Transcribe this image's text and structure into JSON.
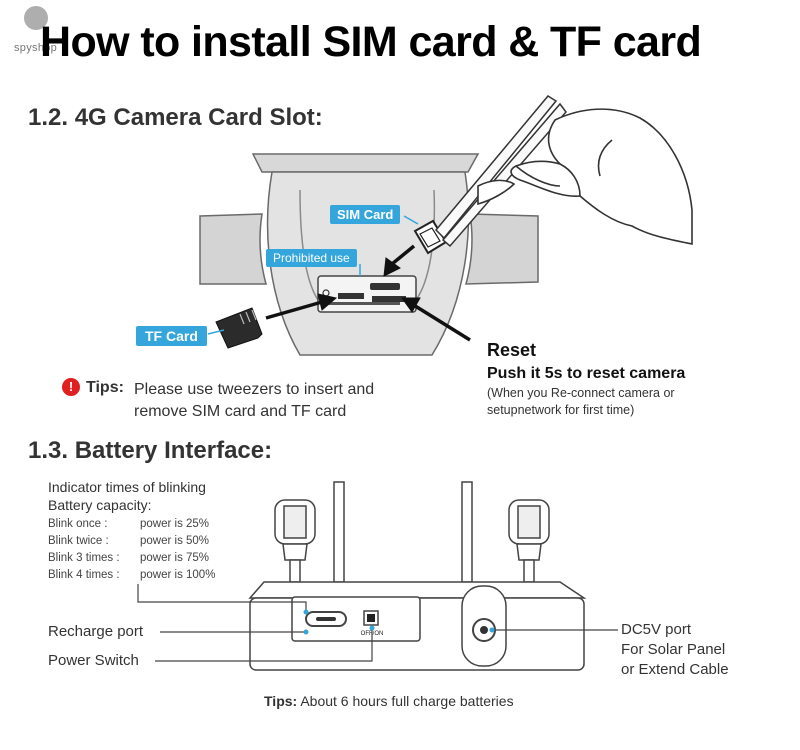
{
  "watermark": {
    "text": "spyshop"
  },
  "title": "How to install SIM card & TF card",
  "section_slot": {
    "heading": "1.2. 4G Camera Card Slot:",
    "labels": {
      "sim_card": "SIM Card",
      "prohibited": "Prohibited use",
      "tf_card": "TF Card"
    },
    "reset": {
      "title": "Reset",
      "instruction": "Push it 5s to reset camera",
      "note": "(When you Re-connect camera or setupnetwork for first time)"
    },
    "tips": {
      "label": "Tips:",
      "text": "Please use tweezers to insert and remove SIM card and TF card",
      "icon": "exclamation-icon",
      "icon_color": "#e02020"
    },
    "accent_color": "#34a6dc"
  },
  "section_battery": {
    "heading": "1.3. Battery Interface:",
    "blink_header": "Indicator times of blinking Battery capacity:",
    "blink_rows": [
      {
        "label": "Blink once :",
        "value": "power is 25%"
      },
      {
        "label": "Blink twice :",
        "value": "power is 50%"
      },
      {
        "label": "Blink 3 times :",
        "value": "power is 75%"
      },
      {
        "label": "Blink 4 times :",
        "value": "power is 100%"
      }
    ],
    "recharge_port": "Recharge port",
    "power_switch": "Power Switch",
    "switch_marking": "OFF/ON",
    "dc_port": "DC5V port",
    "dc_port_detail_1": "For Solar Panel",
    "dc_port_detail_2": "or Extend Cable",
    "bottom_tips_label": "Tips:",
    "bottom_tips_text": "About 6 hours full charge batteries"
  }
}
